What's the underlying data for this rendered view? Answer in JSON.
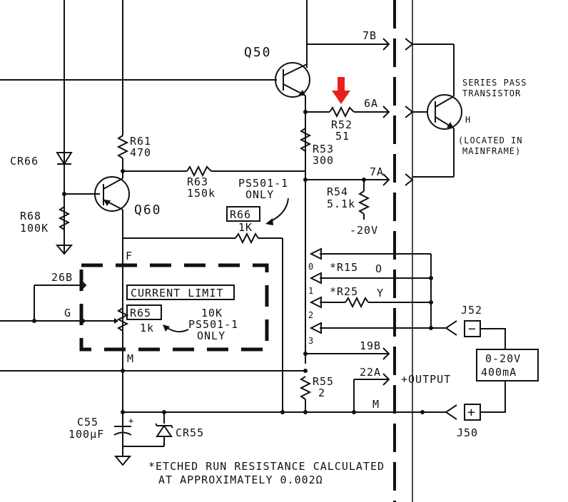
{
  "labels": {
    "q50": "Q50",
    "q60": "Q60",
    "r61_name": "R61",
    "r61_value": "470",
    "cr66": "CR66",
    "r68_name": "R68",
    "r68_value": "100K",
    "r63_name": "R63",
    "r63_value": "150k",
    "r53_name": "R53",
    "r53_value": "300",
    "r52_name": "R52",
    "r52_value": "51",
    "r54_name": "R54",
    "r54_value": "5.1k",
    "neg20v": "-20V",
    "ps501_only_a": "PS501-1",
    "ps501_only_b": "ONLY",
    "r66_name": "R66",
    "r66_value": "1K",
    "node_f": "F",
    "node_g": "G",
    "node_m_left": "M",
    "node_m_right": "M",
    "pin_26b": "26B",
    "current_limit": "CURRENT LIMIT",
    "r65_name": "R65",
    "r65_value": "1k",
    "r65_alt_value": "10K",
    "r65_alt_line2": "PS501-1",
    "r65_alt_line3": "ONLY",
    "pin_7b": "7B",
    "pin_6a": "6A",
    "pin_7a": "7A",
    "pin_19b": "19B",
    "pin_22a": "22A",
    "series_pass_1": "SERIES PASS",
    "series_pass_2": "TRANSISTOR",
    "series_pass_h": "H",
    "located_1": "(LOCATED IN",
    "located_2": "MAINFRAME)",
    "r15": "*R15",
    "r15_code": "O",
    "r25": "*R25",
    "r25_code": "Y",
    "sw_0": "0",
    "sw_1": "1",
    "sw_2": "2",
    "sw_3": "3",
    "j52": "J52",
    "j50": "J50",
    "j52_symbol": "−",
    "j50_symbol": "+",
    "range_1": "0-20V",
    "range_2": "400mA",
    "output": "+OUTPUT",
    "r55_name": "R55",
    "r55_value": "2",
    "c55_name": "C55",
    "c55_value": "100μF",
    "cr55": "CR55",
    "note_1": "*ETCHED RUN RESISTANCE CALCULATED",
    "note_2": "AT APPROXIMATELY 0.002Ω"
  },
  "colors": {
    "ink": "#111111",
    "marker": "#e8201e",
    "background": "#ffffff"
  },
  "marker": {
    "icon": "down-arrow-icon",
    "points_at": "R52"
  }
}
